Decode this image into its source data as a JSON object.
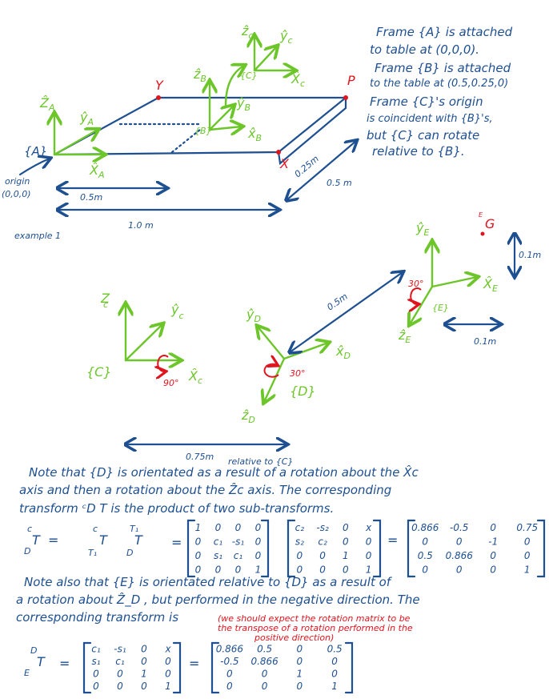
{
  "colors": {
    "ink_blue": "#1d4f91",
    "ink_green": "#6cc62a",
    "ink_red": "#e0141e"
  },
  "notes_top": [
    "Frame {A} is attached",
    "to table at (0,0,0).",
    "Frame {B} is attached",
    "to the table at (0.5,0.25,0)",
    "Frame {C}'s origin",
    "is coincident with {B}'s,",
    "but {C} can rotate",
    "relative to {B}."
  ],
  "example1": {
    "frame_a": {
      "z": "Ẑ",
      "y": "ŷ",
      "x": "X̂",
      "sub": "A",
      "name": "{A}"
    },
    "frame_b": {
      "z": "ẑ",
      "y": "ŷ",
      "x": "x̂",
      "sub": "B",
      "name": "{B}"
    },
    "frame_c": {
      "z": "ẑ",
      "y": "ŷ",
      "x": "X̂",
      "sub": "c",
      "name": "{C}"
    },
    "origin_label": "origin",
    "origin_coords": "(0,0,0)",
    "dim_half": "0.5m",
    "dim_full": "1.0 m",
    "dim_depth": "0.25m",
    "dim_side": "0.5 m",
    "point_y": "Y",
    "point_p": "P",
    "point_x": "X",
    "caption": "example 1"
  },
  "example2": {
    "frame_c": {
      "z": "Z",
      "y": "ŷ",
      "x": "X̂",
      "sub": "c",
      "name": "{C}",
      "angle": "90°"
    },
    "frame_d": {
      "z": "ẑ",
      "y": "ŷ",
      "x": "x̂",
      "sub": "D",
      "name": "{D}",
      "angle": "30°"
    },
    "frame_e": {
      "z": "ẑ",
      "y": "ŷ",
      "x": "X̂",
      "sub_y": "E",
      "sub_x": "E",
      "sub_z": "E",
      "name": "{E}",
      "angle": "30°"
    },
    "point_g": "G",
    "point_g_frame": "E",
    "dim_cd": "0.75m",
    "dim_de": "0.5m",
    "dim_e_vert": "0.1m",
    "dim_e_horiz": "0.1m"
  },
  "paragraph1": {
    "insert": "relative to {C}",
    "lines": [
      "Note that {D} is orientated as a result of a rotation about the X̂c",
      "axis and then a rotation about the Ẑc axis. The corresponding",
      "transform  ᶜD T  is the product of two sub-transforms."
    ]
  },
  "equation1": {
    "lhs": "T",
    "lhs_sup": "c",
    "lhs_sub": "D",
    "f1": "T",
    "f1_sup": "c",
    "f1_sub": "T₁",
    "f2": "T",
    "f2_sup": "T₁",
    "f2_sub": "D",
    "equals": "=",
    "m1": [
      [
        "1",
        "0",
        "0",
        "0"
      ],
      [
        "0",
        "c₁",
        "-s₁",
        "0"
      ],
      [
        "0",
        "s₁",
        "c₁",
        "0"
      ],
      [
        "0",
        "0",
        "0",
        "1"
      ]
    ],
    "m2": [
      [
        "c₂",
        "-s₂",
        "0",
        "x"
      ],
      [
        "s₂",
        "c₂",
        "0",
        "0"
      ],
      [
        "0",
        "0",
        "1",
        "0"
      ],
      [
        "0",
        "0",
        "0",
        "1"
      ]
    ],
    "m3": [
      [
        "0.866",
        "-0.5",
        "0",
        "0.75"
      ],
      [
        "0",
        "0",
        "-1",
        "0"
      ],
      [
        "0.5",
        "0.866",
        "0",
        "0"
      ],
      [
        "0",
        "0",
        "0",
        "1"
      ]
    ]
  },
  "paragraph2": {
    "lines": [
      "Note also that {E} is orientated relative to {D} as a result of",
      "a rotation about Ẑ_D , but performed in the negative direction. The",
      "corresponding transform is"
    ],
    "red_note": [
      "(we should expect the rotation matrix to be",
      "the transpose of a rotation performed in the",
      "positive direction)"
    ]
  },
  "equation2": {
    "lhs": "T",
    "lhs_sup": "D",
    "lhs_sub": "E",
    "equals": "=",
    "m4": [
      [
        "c₁",
        "-s₁",
        "0",
        "x"
      ],
      [
        "s₁",
        "c₁",
        "0",
        "0"
      ],
      [
        "0",
        "0",
        "1",
        "0"
      ],
      [
        "0",
        "0",
        "0",
        "1"
      ]
    ],
    "m5": [
      [
        "0.866",
        "0.5",
        "0",
        "0.5"
      ],
      [
        "-0.5",
        "0.866",
        "0",
        "0"
      ],
      [
        "0",
        "0",
        "1",
        "0"
      ],
      [
        "0",
        "0",
        "0",
        "1"
      ]
    ]
  }
}
